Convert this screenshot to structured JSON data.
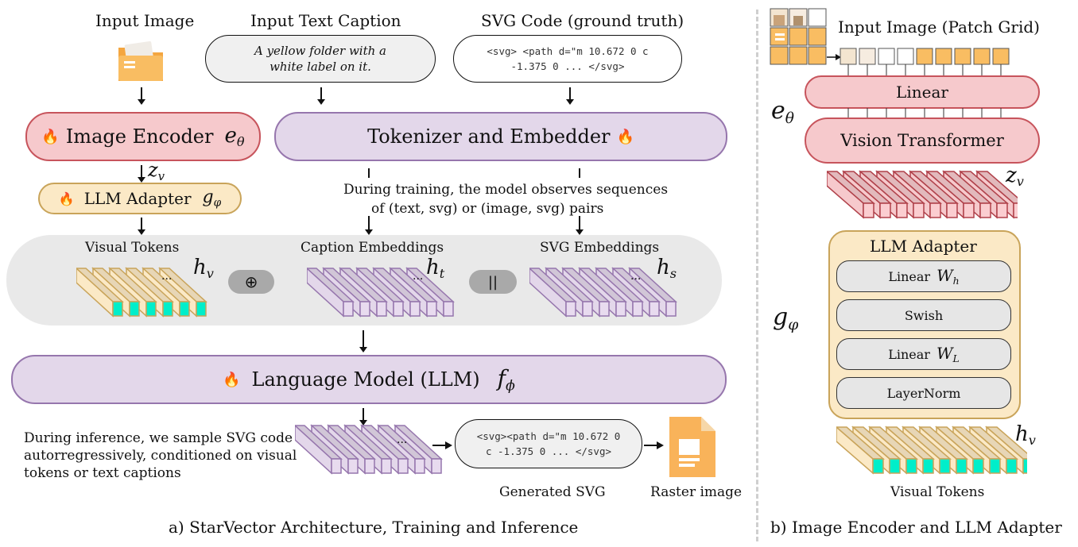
{
  "left": {
    "input_image_title": "Input Image",
    "input_text_title": "Input Text Caption",
    "svg_code_title": "SVG Code (ground truth)",
    "caption_text_line1": "A yellow folder with a",
    "caption_text_line2": "white label on it.",
    "svg_code_line1": "<svg> <path d=\"m 10.672 0 c",
    "svg_code_line2": "-1.375 0  ... </svg>",
    "image_encoder_label": "Image Encoder",
    "image_encoder_symbol": "e",
    "image_encoder_sub": "θ",
    "tokenizer_label": "Tokenizer and  Embedder",
    "zv_symbol": "z",
    "zv_sub": "v",
    "llm_adapter_label": "LLM Adapter",
    "llm_adapter_symbol": "g",
    "llm_adapter_sub": "φ",
    "training_note_line1": "During training, the model observes sequences",
    "training_note_line2": "of (text, svg) or (image, svg) pairs",
    "visual_tokens_label": "Visual Tokens",
    "caption_embeddings_label": "Caption Embeddings",
    "svg_embeddings_label": "SVG Embeddings",
    "hv_symbol": "h",
    "hv_sub": "v",
    "ht_symbol": "h",
    "ht_sub": "t",
    "hs_symbol": "h",
    "hs_sub": "s",
    "oplus": "⊕",
    "concat": "||",
    "ellipsis": "...",
    "lm_label": "Language Model (LLM)",
    "lm_symbol": "f",
    "lm_sub": "ϕ",
    "inference_line1": "During inference, we sample SVG code",
    "inference_line2": "autorregressively, conditioned on visual",
    "inference_line3": "tokens or text captions",
    "gen_svg_line1": "<svg><path d=\"m 10.672 0",
    "gen_svg_line2": "c -1.375 0  ... </svg>",
    "generated_svg_label": "Generated SVG",
    "raster_image_label": "Raster image",
    "caption_a": "a) StarVector Architecture, Training and Inference",
    "fire_icon": "🔥"
  },
  "right": {
    "patch_grid_title": "Input Image (Patch Grid)",
    "linear_label": "Linear",
    "vit_label": "Vision Transformer",
    "e_symbol": "e",
    "e_sub": "θ",
    "zv_symbol": "z",
    "zv_sub": "v",
    "adapter_title": "LLM Adapter",
    "g_symbol": "g",
    "g_sub": "φ",
    "linear_wh_label": "Linear",
    "wh_symbol": "W",
    "wh_sub": "h",
    "swish_label": "Swish",
    "linear_wl_label": "Linear",
    "wl_symbol": "W",
    "wl_sub": "L",
    "layernorm_label": "LayerNorm",
    "hv_symbol": "h",
    "hv_sub": "v",
    "visual_tokens_label": "Visual Tokens",
    "caption_b": "b) Image Encoder and LLM Adapter"
  },
  "colors": {
    "encoder_fill": "#f6c9cc",
    "encoder_stroke": "#c7545c",
    "purple_fill": "#e3d7ea",
    "purple_stroke": "#9676ad",
    "adapter_fill": "#fbe9c6",
    "adapter_stroke": "#c9a45a",
    "gray_band": "#e9e9e9",
    "folder_orange": "#f9bd62"
  }
}
